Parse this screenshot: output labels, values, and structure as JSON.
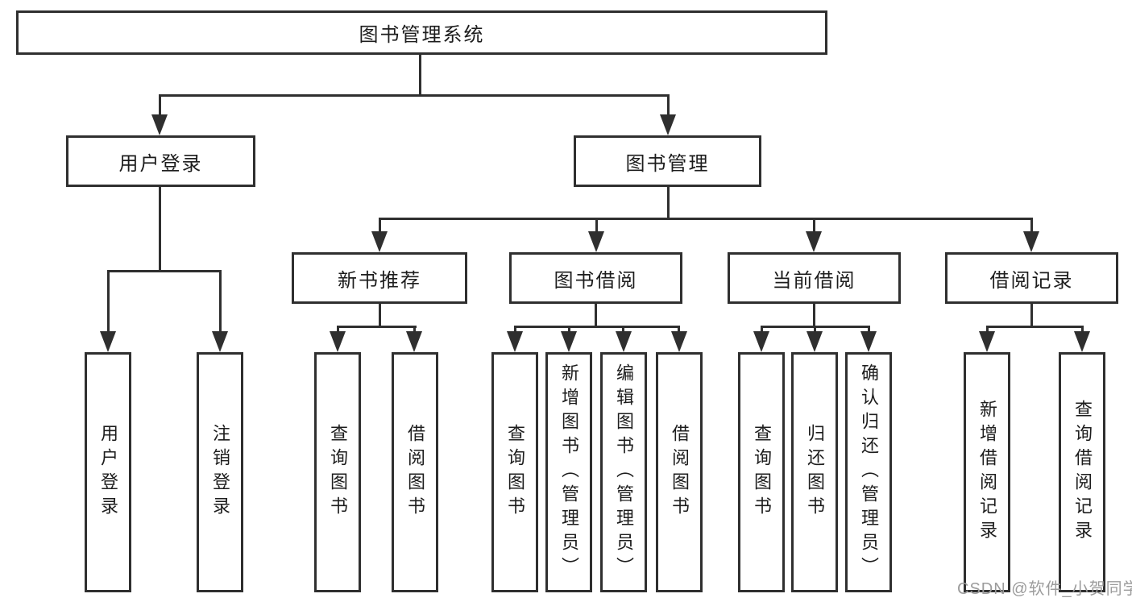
{
  "nodes": {
    "root": "图书管理系统",
    "user_login": "用户登录",
    "book_management": "图书管理",
    "new_book_recommendation": "新书推荐",
    "book_borrowing": "图书借阅",
    "current_borrowing": "当前借阅",
    "borrowing_records": "借阅记录",
    "leaf_user_login": "用户登录",
    "leaf_logout": "注销登录",
    "leaf_rec_query_books": "查询图书",
    "leaf_rec_borrow_books": "借阅图书",
    "leaf_bb_query_books": "查询图书",
    "leaf_bb_add_book_admin": "新增图书（管理员）",
    "leaf_bb_edit_book_admin": "编辑图书（管理员）",
    "leaf_bb_borrow_books": "借阅图书",
    "leaf_cb_query_books": "查询图书",
    "leaf_cb_return_book": "归还图书",
    "leaf_cb_confirm_return_admin": "确认归还（管理员）",
    "leaf_br_add_record": "新增借阅记录",
    "leaf_br_query_record": "查询借阅记录"
  },
  "structure": {
    "图书管理系统": {
      "用户登录": [
        "用户登录",
        "注销登录"
      ],
      "图书管理": {
        "新书推荐": [
          "查询图书",
          "借阅图书"
        ],
        "图书借阅": [
          "查询图书",
          "新增图书（管理员）",
          "编辑图书（管理员）",
          "借阅图书"
        ],
        "当前借阅": [
          "查询图书",
          "归还图书",
          "确认归还（管理员）"
        ],
        "借阅记录": [
          "新增借阅记录",
          "查询借阅记录"
        ]
      }
    }
  },
  "watermark": "CSDN @软件_小贺同学",
  "colors": {
    "line": "#2f2f2f",
    "text": "#1d1d1d",
    "watermark": "#9c9c9c",
    "bg": "#ffffff"
  }
}
